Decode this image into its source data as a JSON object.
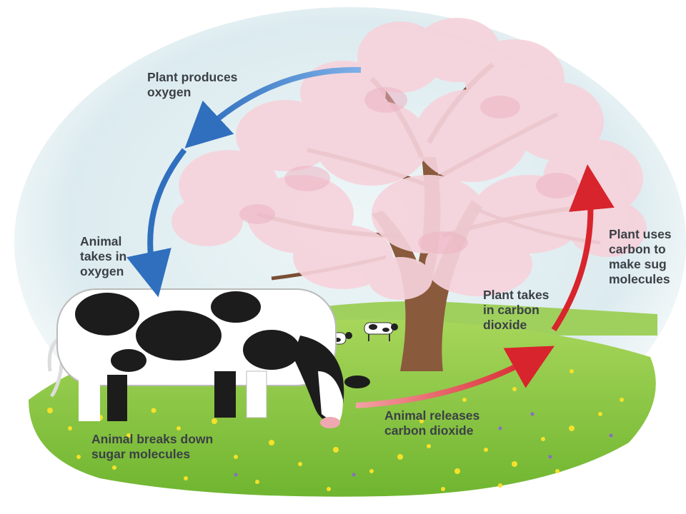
{
  "labels": {
    "plant_produces_oxygen": [
      "Plant produces",
      "oxygen"
    ],
    "animal_takes_in_oxygen": [
      "Animal",
      "takes in",
      "oxygen"
    ],
    "plant_uses_carbon": [
      "Plant uses",
      "carbon to",
      "make sug",
      "molecules"
    ],
    "plant_takes_in_co2": [
      "Plant takes",
      "in carbon",
      "dioxide"
    ],
    "animal_releases_co2": [
      "Animal releases",
      "carbon dioxide"
    ],
    "animal_breaks_down": [
      "Animal breaks down",
      "sugar molecules"
    ]
  },
  "colors": {
    "oxygen_arrow": "#2f6fbe",
    "carbon_arrow": "#d8242c",
    "label_text": "#3b4045",
    "sky": "#dfeef2",
    "grass": "#8cc63f",
    "blossom": "#f6d3dc",
    "trunk": "#8a5a3c"
  },
  "icons": [
    "tree-illustration",
    "cow-illustration",
    "distant-cows",
    "flower-meadow"
  ]
}
